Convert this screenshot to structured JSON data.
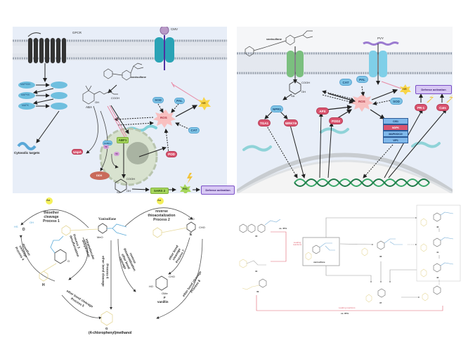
{
  "panels": {
    "top_left": {
      "receptor": "GPCR",
      "virus": "CMV",
      "compound": "vanisulfane",
      "mapk_cascade": [
        "MAPKKK",
        "MAPKK",
        "MAPK"
      ],
      "cytosolic": "Cytosolic targets",
      "hormone": "ABA",
      "nodes": {
        "sod": "SOD",
        "pal": "PAL",
        "ros": "ROS",
        "hr": "HR",
        "cat": "CAT",
        "pod": "POD",
        "abf1": "ABF1",
        "tf": "TF",
        "snrk": "SnRK1",
        "unk": "UspA",
        "ddx": "DDX",
        "sars2": "SARS 2",
        "pr1": "PR1",
        "defense": "Defense activation"
      },
      "sa": {
        "cooh": "COOH",
        "oh": "OH",
        "label": "SA"
      },
      "aba_cooh": "COOH",
      "aba_oh": "OH"
    },
    "top_right": {
      "compound": "vanisulfane",
      "virus": "PVY",
      "sa": {
        "cooh": "COOH",
        "oh": "OH",
        "label": "SA"
      },
      "nodes": {
        "cat": "CAT",
        "pal": "PAL",
        "ros": "ROS",
        "hr": "HR",
        "sod": "SOD",
        "npr1": "NPR1",
        "tga1": "TGA1",
        "wrky": "WRKY6",
        "apx": "APX",
        "pod": "POD2",
        "pr1": "PR-1",
        "cats": "Cats",
        "defense": "Defense activation"
      },
      "stack": [
        "CIS1",
        "NDPK",
        "MAPKKK19",
        "VIP1"
      ]
    },
    "bottom_left": {
      "catalyst": "Au",
      "catalyst2": "Au",
      "center": "Vanisulfane",
      "process1": [
        "thioether",
        "cleavage",
        "Process 1"
      ],
      "process2": [
        "reverse",
        "thioacetalization",
        "Process 2"
      ],
      "process3": [
        "Process 3",
        "desulfurization"
      ],
      "process4": [
        "thioether",
        "cleavage",
        "Process 4"
      ],
      "process5": [
        "ether bond cleavage",
        "Process 5"
      ],
      "process6": [
        "Process 6",
        "ether bond cleavage"
      ],
      "process7": [
        "ether bond",
        "cleavage",
        "Process 7"
      ],
      "process8": [
        "ether bond cleavage",
        "Process 8"
      ],
      "intramolecular": [
        "intramolecular",
        "dehydration"
      ],
      "reverse_inner": [
        "reverse",
        "thioacetalization",
        "ether bond",
        "cleavage"
      ],
      "compounds": {
        "D": "D",
        "E": "E",
        "F": "F",
        "F_name": "vanillin",
        "G": "G",
        "G_name": "(4-chlorophenyl)methanol",
        "H": "H"
      },
      "groups": {
        "hs": "HS",
        "oh": "OH",
        "meo": "MeO",
        "cho": "CHO",
        "ho": "HO",
        "ome": "OMe",
        "o": "O",
        "cl": "Cl",
        "s": "S"
      }
    },
    "bottom_right": {
      "center_label": "vanisulfane",
      "leak_left": "Leaking reactions",
      "leak_bottom": "Leaking reactions",
      "yield_top": "ca. 45%",
      "yield_bottom": "ca. 95%",
      "compound_numbers": [
        "33",
        "34",
        "35",
        "36",
        "37",
        "38",
        "39",
        "40",
        "41",
        "42"
      ]
    }
  }
}
